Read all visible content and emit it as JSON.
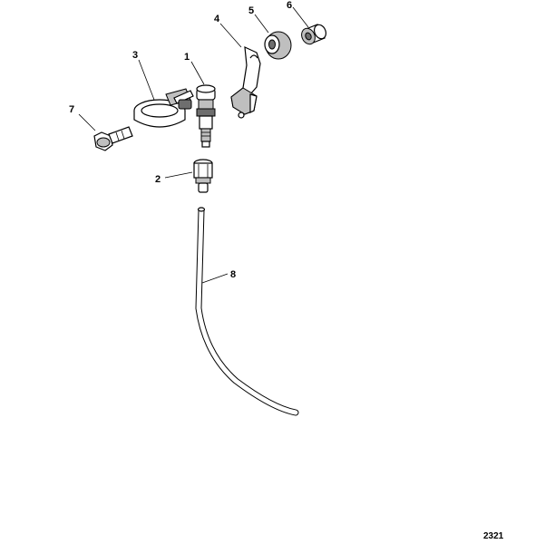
{
  "callouts": [
    {
      "id": "1",
      "label": "1"
    },
    {
      "id": "2",
      "label": "2"
    },
    {
      "id": "3",
      "label": "3"
    },
    {
      "id": "4",
      "label": "4"
    },
    {
      "id": "5",
      "label": "5"
    },
    {
      "id": "6",
      "label": "6"
    },
    {
      "id": "7",
      "label": "7"
    },
    {
      "id": "8",
      "label": "8"
    }
  ],
  "figure_number": "2321"
}
